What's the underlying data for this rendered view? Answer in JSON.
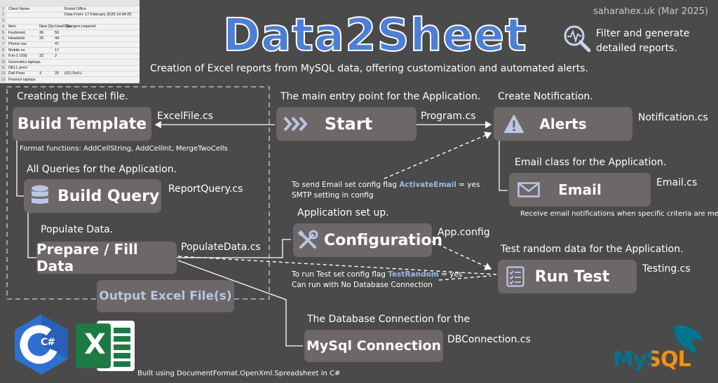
{
  "header": {
    "title": "Data2Sheet",
    "subtitle": "Creation of Excel reports from MySQL data, offering customization and automated alerts.",
    "credit": "saharahex.uk (Mar 2025)",
    "feature_text": "Filter and generate detailed reports.",
    "feature_icon": "magnifier-pulse-icon"
  },
  "spreadsheet": {
    "rows": [
      {
        "n": "1",
        "a": "Client Name",
        "b": "",
        "c": "",
        "d": "Bristol Office"
      },
      {
        "n": "2",
        "a": "",
        "b": "",
        "c": "",
        "d": "Data From: 17 February 2025 14:04:25"
      },
      {
        "n": "3",
        "a": "",
        "b": "",
        "c": "",
        "d": ""
      },
      {
        "n": "4",
        "a": "Item",
        "b": "New Qty",
        "c": "Used Qty",
        "d": "Chargers required"
      },
      {
        "n": "5",
        "a": "Keyboard,",
        "b": "36",
        "c": "59",
        "d": ""
      },
      {
        "n": "6",
        "a": "Headsets",
        "b": "29",
        "c": "44",
        "d": ""
      },
      {
        "n": "7",
        "a": "Phone cas",
        "b": "",
        "c": "47",
        "d": ""
      },
      {
        "n": "8",
        "a": "Mobile so",
        "b": "",
        "c": "17",
        "d": ""
      },
      {
        "n": "9",
        "a": "6-in-1 USE",
        "b": "32",
        "c": "2",
        "d": ""
      },
      {
        "n": "10",
        "a": "Geomatics laptops",
        "b": "",
        "c": "",
        "d": ""
      },
      {
        "n": "11",
        "a": "DELL preci",
        "b": "",
        "c": "",
        "d": ""
      },
      {
        "n": "12",
        "a": "Dell Preci",
        "b": "3",
        "c": "20",
        "d": "(61) Dell L"
      },
      {
        "n": "13",
        "a": "Finance laptops",
        "b": "",
        "c": "",
        "d": ""
      }
    ]
  },
  "left_group": {
    "build_template": {
      "caption": "Creating the Excel file.",
      "label": "Build Template",
      "file": "ExcelFile.cs",
      "note": "Format functions: AddCellString, AddCellInt, MergeTwoCells"
    },
    "build_query": {
      "caption": "All Queries for the Application.",
      "label": "Build Query",
      "file": "ReportQuery.cs",
      "icon": "database-icon"
    },
    "prepare_data": {
      "caption": "Populate Data.",
      "label": "Prepare / Fill Data",
      "file": "PopulateData.cs"
    },
    "output": {
      "label": "Output Excel File(s)"
    }
  },
  "start": {
    "caption": "The main entry point for the Application.",
    "label": "Start",
    "file": "Program.cs",
    "icon": "triple-chevron-icon"
  },
  "alerts": {
    "caption": "Create Notification.",
    "label": "Alerts",
    "file": "Notification.cs",
    "icon": "warning-icon"
  },
  "email": {
    "caption": "Email class for the Application.",
    "label": "Email",
    "file": "Email.cs",
    "icon": "envelope-icon",
    "note": "Receive email notifications when specific criteria are met."
  },
  "email_flag": {
    "line1_prefix": "To send Email set config flag ",
    "line1_flag": "ActivateEmail",
    "line1_suffix": " = yes",
    "line2": "SMTP setting in config"
  },
  "configuration": {
    "caption": "Application set up.",
    "label": "Configuration",
    "file": "App.config",
    "icon": "tools-icon"
  },
  "test_flag": {
    "line1_prefix": "To run Test set config flag ",
    "line1_flag": "TestRandom",
    "line1_suffix": " = yes",
    "line2": "Can run with No Database Connection"
  },
  "run_test": {
    "caption": "Test random data for the Application.",
    "label": "Run Test",
    "file": "Testing.cs",
    "icon": "checklist-icon"
  },
  "mysql_connection": {
    "caption": "The Database Connection for the",
    "label": "MySql Connection",
    "file": "DBConnection.cs"
  },
  "footer": {
    "built_with": "Built using DocumentFormat.OpenXml.Spreadsheet  in C#",
    "csharp_logo": "C#",
    "excel_logo": "X",
    "mysql_logo": "MySQL"
  },
  "colors": {
    "background": "#4a4a4a",
    "box": "#6d6768",
    "highlight": "#9bb8e0",
    "title": "#4d7fd6",
    "csharp": "#2f6fd0",
    "excel": "#1e7a45",
    "mysql_blue": "#00758f",
    "mysql_orange": "#f29111"
  }
}
